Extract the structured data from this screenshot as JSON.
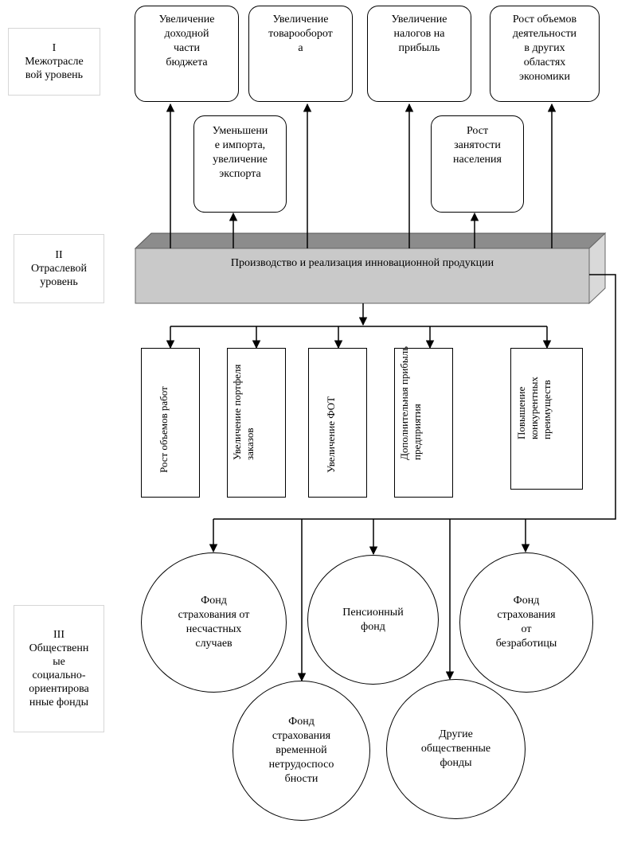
{
  "levels": {
    "level1": {
      "numeral": "I",
      "lines": [
        "Межотрасле",
        "вой уровень"
      ]
    },
    "level2": {
      "numeral": "II",
      "lines": [
        "Отраслевой",
        "уровень"
      ]
    },
    "level3": {
      "numeral": "III",
      "lines": [
        "Общественн",
        "ые",
        "социально-",
        "ориентирова",
        "нные фонды"
      ]
    }
  },
  "top_boxes": [
    {
      "lines": [
        "Увеличение",
        "доходной",
        "части",
        "бюджета"
      ]
    },
    {
      "lines": [
        "Увеличение",
        "товарооборот",
        "а"
      ]
    },
    {
      "lines": [
        "Увеличение",
        "налогов на",
        "прибыль"
      ]
    },
    {
      "lines": [
        "Рост объемов",
        "деятельности",
        "в других",
        "областях",
        "экономики"
      ]
    }
  ],
  "mid_boxes": [
    {
      "lines": [
        "Уменьшени",
        "е импорта,",
        "увеличение",
        "экспорта"
      ]
    },
    {
      "lines": [
        "Рост",
        "занятости",
        "населения"
      ]
    }
  ],
  "production": {
    "label": "Производство и реализация инновационной продукции"
  },
  "vertical_boxes": [
    {
      "text": "Рост объемов работ"
    },
    {
      "text": "Увеличение портфеля заказов"
    },
    {
      "text": "Увеличение ФОТ"
    },
    {
      "text": "Дополнительная прибыль предприятия"
    },
    {
      "text": "Повышение конкурентных преимуществ"
    }
  ],
  "funds": [
    {
      "lines": [
        "Фонд",
        "страхования от",
        "несчастных",
        "случаев"
      ]
    },
    {
      "lines": [
        "Пенсионный",
        "фонд"
      ]
    },
    {
      "lines": [
        "Фонд",
        "страхования",
        "от",
        "безработицы"
      ]
    },
    {
      "lines": [
        "Фонд",
        "страхования",
        "временной",
        "нетрудоспосо",
        "бности"
      ]
    },
    {
      "lines": [
        "Другие",
        "общественные",
        "фонды"
      ]
    }
  ]
}
